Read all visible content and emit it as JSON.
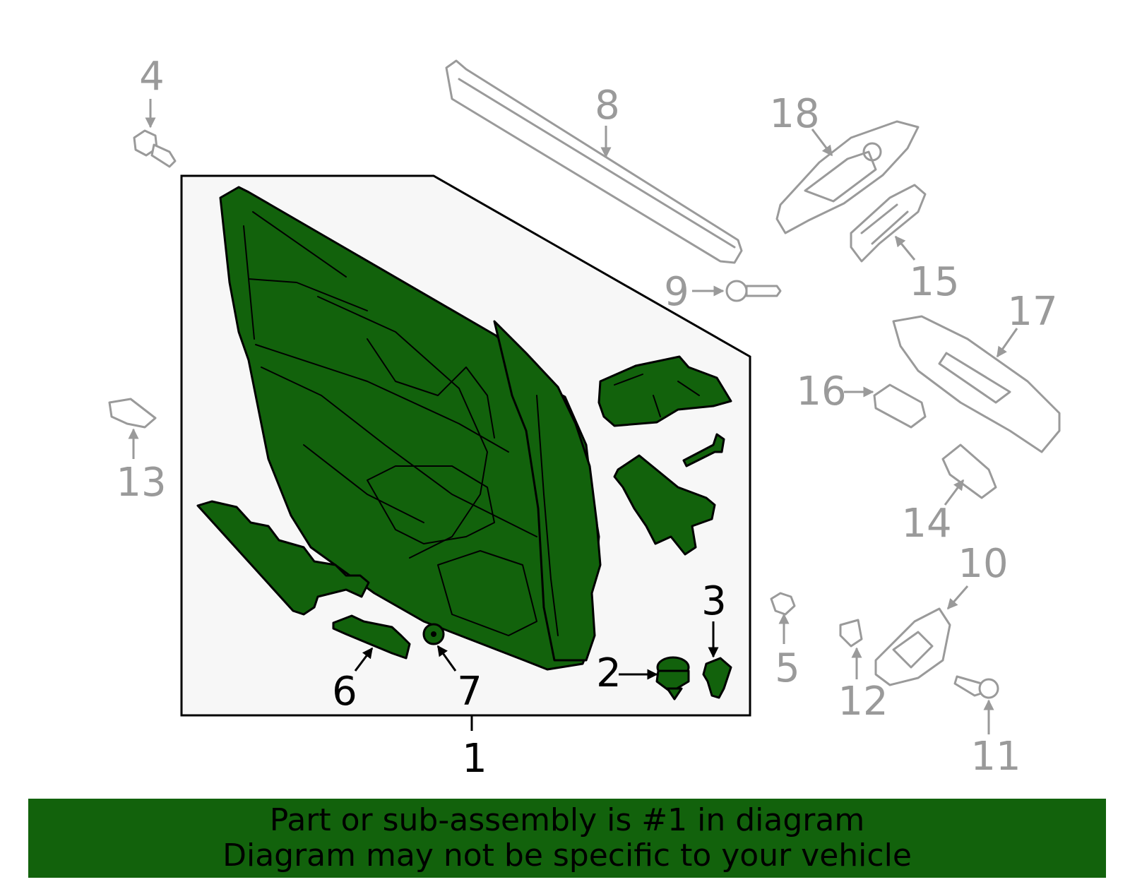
{
  "callouts": {
    "c1": "1",
    "c2": "2",
    "c3": "3",
    "c4": "4",
    "c5": "5",
    "c6": "6",
    "c7": "7",
    "c8": "8",
    "c9": "9",
    "c10": "10",
    "c11": "11",
    "c12": "12",
    "c13": "13",
    "c14": "14",
    "c15": "15",
    "c16": "16",
    "c17": "17",
    "c18": "18"
  },
  "highlighted_part": "1",
  "banner": {
    "line1": "Part or sub-assembly is #1 in diagram",
    "line2": "Diagram may not be specific to your vehicle"
  },
  "colors": {
    "highlight": "#12620c",
    "other_parts": "#9a9a9a",
    "assembly_box": "#f7f7f7",
    "banner_bg": "#12620c"
  }
}
